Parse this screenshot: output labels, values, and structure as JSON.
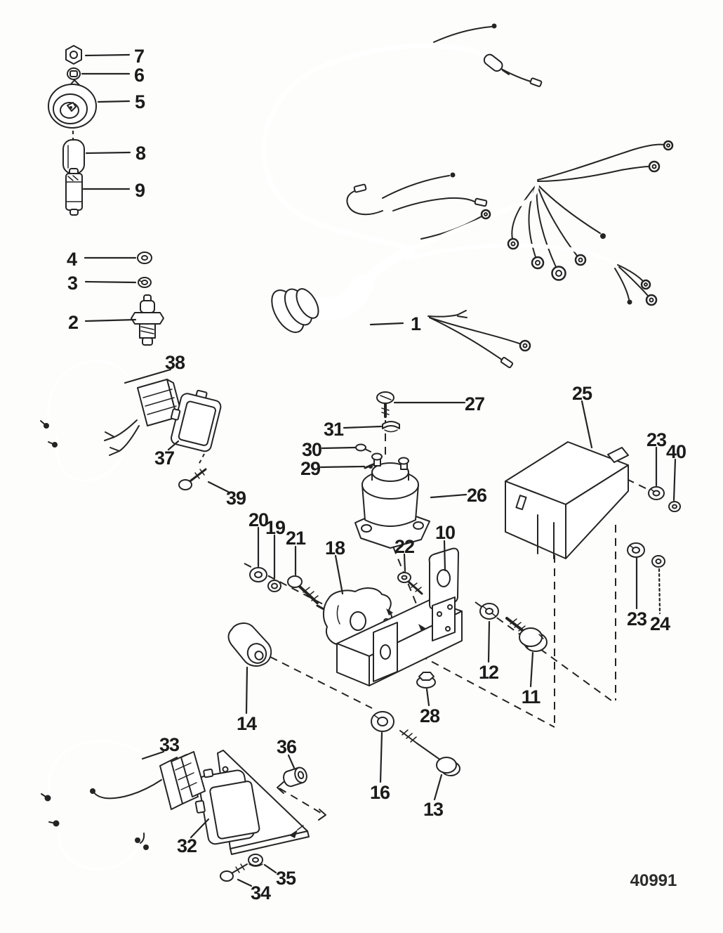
{
  "figure": {
    "number": "40991"
  },
  "callouts": {
    "c1": "1",
    "c2": "2",
    "c3": "3",
    "c4": "4",
    "c5": "5",
    "c6": "6",
    "c7": "7",
    "c8": "8",
    "c9": "9",
    "c10": "10",
    "c11": "11",
    "c12": "12",
    "c13": "13",
    "c14": "14",
    "c16": "16",
    "c18": "18",
    "c19": "19",
    "c20": "20",
    "c21": "21",
    "c22": "22",
    "c23a": "23",
    "c23b": "23",
    "c24": "24",
    "c25": "25",
    "c26": "26",
    "c27": "27",
    "c28": "28",
    "c29": "29",
    "c30": "30",
    "c31": "31",
    "c32": "32",
    "c33": "33",
    "c34": "34",
    "c35": "35",
    "c36": "36",
    "c37": "37",
    "c38": "38",
    "c39": "39",
    "c40": "40"
  }
}
